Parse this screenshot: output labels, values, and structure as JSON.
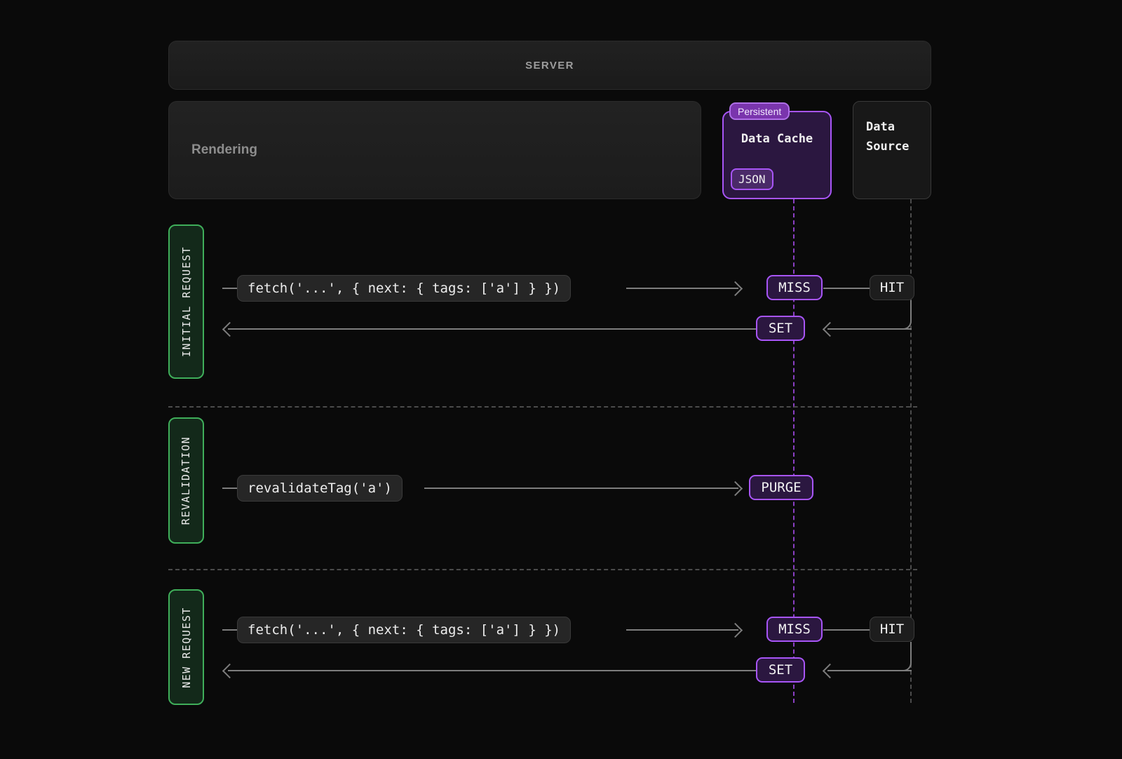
{
  "diagram": {
    "title": "Next.js Data Cache revalidateTag flow",
    "background": "#0a0a0a",
    "accent_purple": "#a855f7",
    "accent_green": "#3fae5a",
    "line_gray": "#7d7d7d"
  },
  "server": {
    "label": "SERVER"
  },
  "rendering": {
    "label": "Rendering"
  },
  "data_cache": {
    "badge": "Persistent",
    "title": "Data Cache",
    "format_badge": "JSON"
  },
  "data_source": {
    "title": "Data\nSource"
  },
  "phases": [
    {
      "label": "INITIAL REQUEST",
      "request": {
        "code": "fetch('...', { next: { tags: ['a'] } })",
        "cache_status": "MISS",
        "source_status": "HIT"
      },
      "response": {
        "cache_status": "SET"
      }
    },
    {
      "label": "REVALIDATION",
      "request": {
        "code": "revalidateTag('a')",
        "cache_status": "PURGE",
        "source_status": null
      },
      "response": null
    },
    {
      "label": "NEW REQUEST",
      "request": {
        "code": "fetch('...', { next: { tags: ['a'] } })",
        "cache_status": "MISS",
        "source_status": "HIT"
      },
      "response": {
        "cache_status": "SET"
      }
    }
  ]
}
